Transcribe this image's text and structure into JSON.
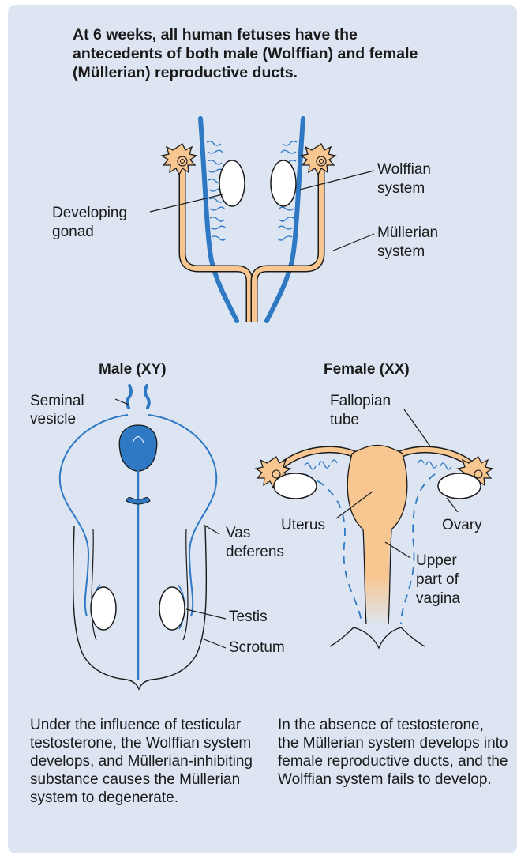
{
  "title": "At 6 weeks, all human fetuses have the antecedents of both male (Wolffian) and female (Müllerian) reproductive ducts.",
  "colors": {
    "panel": "#dde5f3",
    "wolffian_blue": "#2e78c4",
    "mullerian_orange": "#f8c690",
    "outline": "#1a1a1a"
  },
  "top_labels": {
    "gonad_line1": "Developing",
    "gonad_line2": "gonad",
    "wolffian_line1": "Wolffian",
    "wolffian_line2": "system",
    "mullerian_line1": "Müllerian",
    "mullerian_line2": "system"
  },
  "male": {
    "header": "Male (XY)",
    "seminal_line1": "Seminal",
    "seminal_line2": "vesicle",
    "vas_line1": "Vas",
    "vas_line2": "deferens",
    "testis": "Testis",
    "scrotum": "Scrotum",
    "caption": "Under the influence of testicular testosterone, the Wolffian system develops, and Müllerian-inhibiting substance causes the Müllerian system to degenerate."
  },
  "female": {
    "header": "Female (XX)",
    "fallopian_line1": "Fallopian",
    "fallopian_line2": "tube",
    "uterus": "Uterus",
    "ovary": "Ovary",
    "vagina_line1": "Upper",
    "vagina_line2": "part of",
    "vagina_line3": "vagina",
    "caption": "In the absence of testosterone, the Müllerian system develops into female reproductive ducts, and the Wolffian system fails to develop."
  }
}
